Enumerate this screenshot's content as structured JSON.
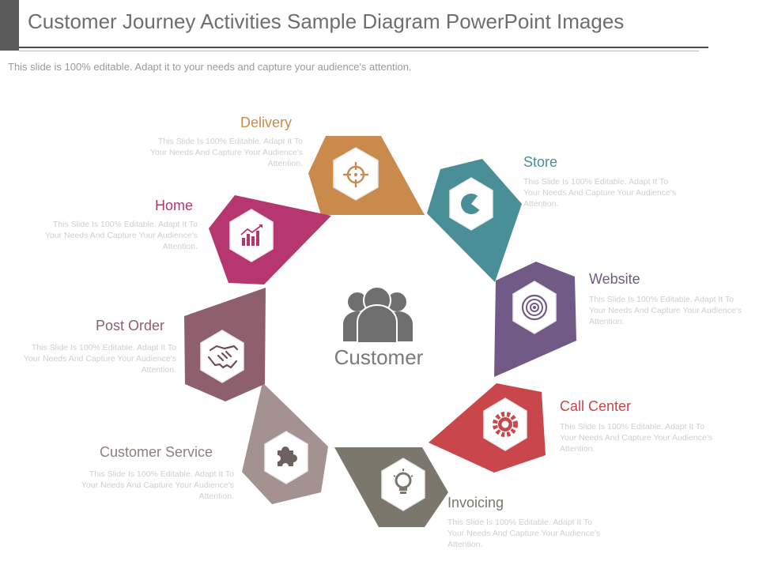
{
  "title": "Customer Journey Activities Sample Diagram PowerPoint Images",
  "subtitle": "This slide is 100% editable. Adapt it to your needs and capture your audience's attention.",
  "center": {
    "label": "Customer",
    "icon": "people-group-icon"
  },
  "items": [
    {
      "label": "Delivery",
      "desc": "This Slide Is 100% Editable. Adapt It To Your Needs And Capture Your Audience's Attention.",
      "icon": "crosshair-icon",
      "color": "#c98a4b"
    },
    {
      "label": "Store",
      "desc": "This Slide Is 100% Editable. Adapt It To Your Needs And Capture Your Audience's Attention.",
      "icon": "pie-chart-icon",
      "color": "#4a8f97"
    },
    {
      "label": "Website",
      "desc": "This Slide Is 100% Editable. Adapt It To Your Needs And Capture Your Audience's Attention.",
      "icon": "target-icon",
      "color": "#715a85"
    },
    {
      "label": "Call Center",
      "desc": "This Slide Is 100% Editable. Adapt It To Your Needs And Capture Your Audience's Attention.",
      "icon": "gear-icon",
      "color": "#c9464a"
    },
    {
      "label": "Invoicing",
      "desc": "This Slide Is 100% Editable. Adapt It To Your Needs And Capture Your Audience's Attention.",
      "icon": "lightbulb-icon",
      "color": "#7b776d"
    },
    {
      "label": "Customer Service",
      "desc": "This Slide Is 100% Editable. Adapt It To Your Needs And Capture Your Audience's Attention.",
      "icon": "puzzle-icon",
      "color": "#a39290"
    },
    {
      "label": "Post Order",
      "desc": "This Slide Is 100% Editable. Adapt It To Your Needs And Capture Your Audience's Attention.",
      "icon": "handshake-icon",
      "color": "#8e5f6c"
    },
    {
      "label": "Home",
      "desc": "This Slide Is 100% Editable. Adapt It To Your Needs And Capture Your Audience's Attention.",
      "icon": "bar-chart-icon",
      "color": "#b6366f"
    }
  ]
}
